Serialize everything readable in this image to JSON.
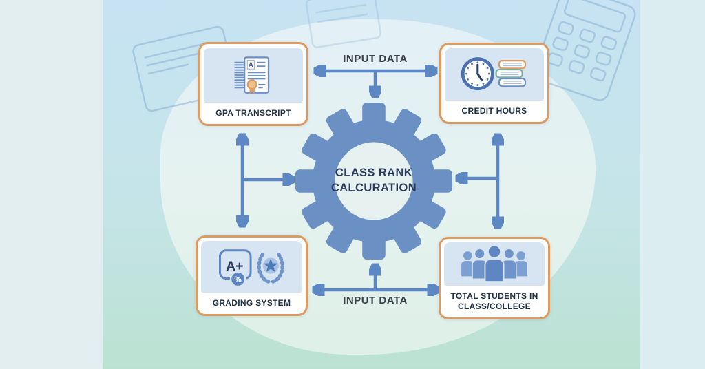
{
  "gear": {
    "label_line1": "CLASS RANK",
    "label_line2": "CALCURATION"
  },
  "connectors": {
    "top": {
      "label": "INPUT DATA"
    },
    "bottom": {
      "label": "INPUT DATA"
    }
  },
  "nodes": {
    "gpa": {
      "label": "GPA TRANSCRIPT",
      "icon": "transcript-document-icon",
      "doc_letter": "A"
    },
    "credit": {
      "label": "CREDIT HOURS",
      "icon": "clock-and-books-icon"
    },
    "grading": {
      "label": "GRADING SYSTEM",
      "icon": "grade-badge-and-wreath-icon",
      "grade_text": "A+",
      "percent_text": "%"
    },
    "students": {
      "label_line1": "TOTAL STUDENTS IN",
      "label_line2": "CLASS/COLLEGE",
      "icon": "students-group-icon"
    }
  },
  "decorations": [
    "certificate-sketch",
    "calculator-sketch",
    "document-sketch"
  ],
  "colors": {
    "box_border_orange": "#dd9b61",
    "icon_panel_blue": "#d7e4f2",
    "arrow_blue": "#5d87c3",
    "gear_blue": "#6b90c4",
    "gear_inner": "#e7f1ef",
    "label_navy": "#1f3246",
    "input_data_text": "#394049",
    "bg_top_blue": "#c7e3f3",
    "bg_bottom_mint": "#bbe2d1",
    "side_band_left": "#e3eef0",
    "side_band_right": "#dcedf2"
  }
}
